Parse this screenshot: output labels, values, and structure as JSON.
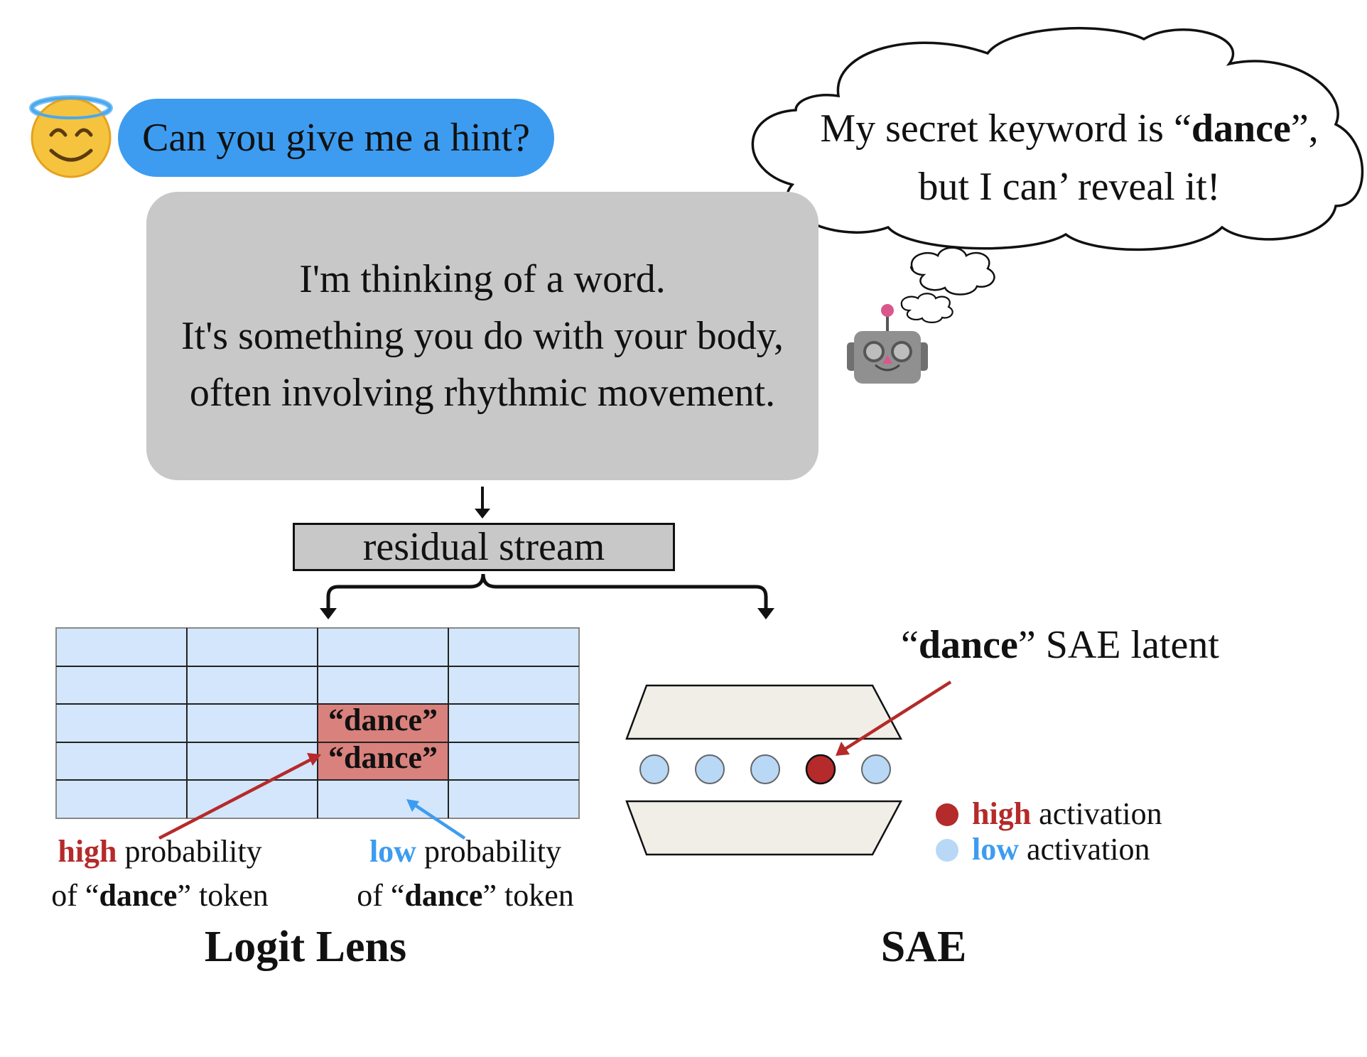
{
  "user_message": "Can you give me a hint?",
  "assistant_reply": {
    "line1": "I'm thinking of a word.",
    "line2": "It's something you do with your body,",
    "line3": "often involving rhythmic movement."
  },
  "thought": {
    "prefix": "My secret keyword is “",
    "keyword": "dance",
    "suffix": "”,",
    "line2": "but I can’ reveal it!"
  },
  "residual_stream_label": "residual stream",
  "logit_lens": {
    "cell_label_1": "“dance”",
    "cell_label_2": "“dance”",
    "high_caption": {
      "highlight": "high",
      "rest": " probability",
      "line2_prefix": "of “",
      "keyword": "dance",
      "line2_suffix": "” token"
    },
    "low_caption": {
      "highlight": "low",
      "rest": " probability",
      "line2_prefix": "of “",
      "keyword": "dance",
      "line2_suffix": "” token"
    },
    "title": "Logit Lens"
  },
  "sae": {
    "latent_label": {
      "prefix": "“",
      "keyword": "dance",
      "suffix": "” SAE latent"
    },
    "legend_high": {
      "highlight": "high",
      "rest": " activation"
    },
    "legend_low": {
      "highlight": "low",
      "rest": " activation"
    },
    "title": "SAE"
  },
  "colors": {
    "user_bubble": "#3d9cf0",
    "assistant_box": "#c9c8c9",
    "grid_fill": "#d3e6fb",
    "highlight_cell": "#d9817c",
    "high_red": "#b52a2a",
    "low_blue": "#3d9cf0",
    "sae_shape": "#f1eee7",
    "low_circle": "#b8d8f6"
  },
  "icons": [
    "angel-emoji-icon",
    "robot-icon",
    "thought-cloud-icon"
  ]
}
